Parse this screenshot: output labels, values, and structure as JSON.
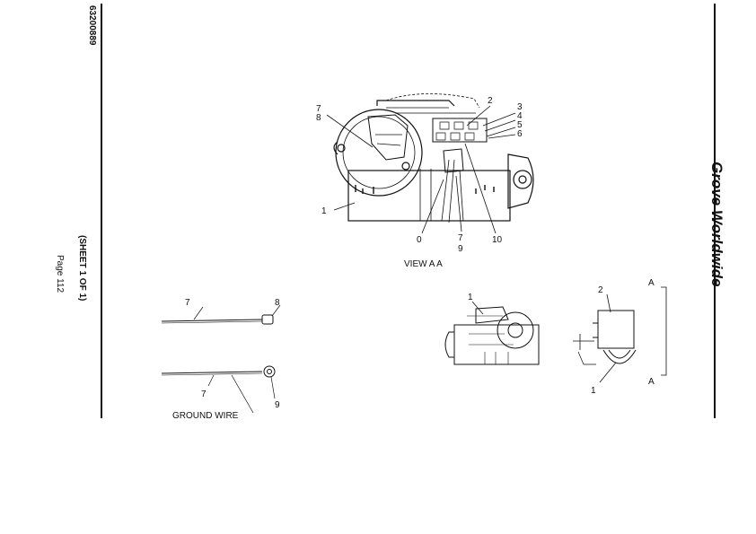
{
  "doc_number": "63200889",
  "sheet": "(SHEET 1 OF 1)",
  "page": "Page 112",
  "brand": "Grove Worldwide",
  "view_title": "VIEW A A",
  "ground_wire_label": "GROUND WIRE",
  "view_letter": "A",
  "callouts": {
    "top": [
      "7",
      "8",
      "2",
      "3",
      "4",
      "5",
      "6",
      "1",
      "0",
      "7",
      "9",
      "10"
    ],
    "wire": [
      "7",
      "8",
      "7",
      "9"
    ],
    "lower_motor": [
      "1"
    ],
    "side": [
      "2",
      "1"
    ]
  }
}
